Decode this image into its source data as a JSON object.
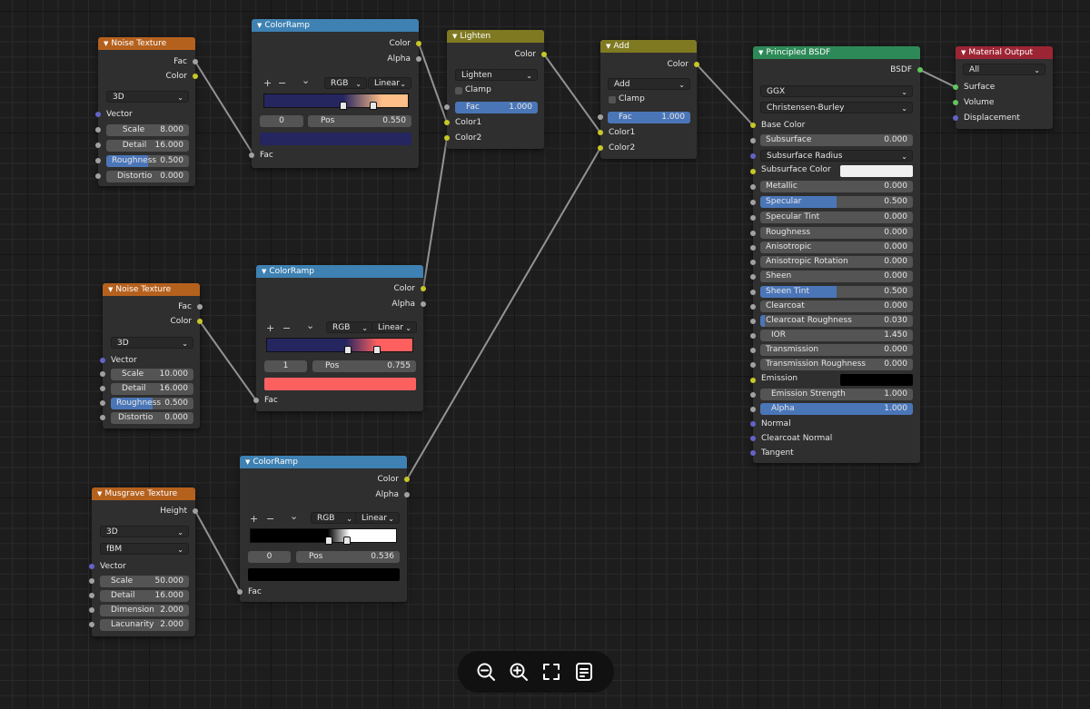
{
  "nodes": {
    "noise1": {
      "title": "Noise Texture",
      "outputs": [
        "Fac",
        "Color"
      ],
      "dimensions": "3D",
      "vector_label": "Vector",
      "fields": [
        {
          "label": "Scale",
          "value": "8.000"
        },
        {
          "label": "Detail",
          "value": "16.000"
        },
        {
          "label": "Roughness",
          "value": "0.500"
        },
        {
          "label": "Distortio",
          "value": "0.000"
        }
      ]
    },
    "noise2": {
      "title": "Noise Texture",
      "outputs": [
        "Fac",
        "Color"
      ],
      "dimensions": "3D",
      "vector_label": "Vector",
      "fields": [
        {
          "label": "Scale",
          "value": "10.000"
        },
        {
          "label": "Detail",
          "value": "16.000"
        },
        {
          "label": "Roughness",
          "value": "0.500"
        },
        {
          "label": "Distortio",
          "value": "0.000"
        }
      ]
    },
    "musgrave": {
      "title": "Musgrave Texture",
      "outputs": [
        "Height"
      ],
      "dimensions": "3D",
      "type": "fBM",
      "vector_label": "Vector",
      "fields": [
        {
          "label": "Scale",
          "value": "50.000"
        },
        {
          "label": "Detail",
          "value": "16.000"
        },
        {
          "label": "Dimension",
          "value": "2.000"
        },
        {
          "label": "Lacunarity",
          "value": "2.000"
        }
      ]
    },
    "ramp1": {
      "title": "ColorRamp",
      "outputs": [
        "Color",
        "Alpha"
      ],
      "plus": "+",
      "minus": "−",
      "chev": "⌄",
      "mode": "RGB",
      "interp": "Linear",
      "index": "0",
      "pos_label": "Pos",
      "pos": "0.550",
      "input": "Fac",
      "gradient_start": "#252560",
      "gradient_end": "#ffbf88",
      "swatch": "#252560"
    },
    "ramp2": {
      "title": "ColorRamp",
      "outputs": [
        "Color",
        "Alpha"
      ],
      "plus": "+",
      "minus": "−",
      "chev": "⌄",
      "mode": "RGB",
      "interp": "Linear",
      "index": "1",
      "pos_label": "Pos",
      "pos": "0.755",
      "input": "Fac",
      "gradient_start": "#252560",
      "gradient_end": "#fe6060",
      "swatch": "#fe6060"
    },
    "ramp3": {
      "title": "ColorRamp",
      "outputs": [
        "Color",
        "Alpha"
      ],
      "plus": "+",
      "minus": "−",
      "chev": "⌄",
      "mode": "RGB",
      "interp": "Linear",
      "index": "0",
      "pos_label": "Pos",
      "pos": "0.536",
      "input": "Fac",
      "gradient_start": "#000000",
      "gradient_end": "#ffffff",
      "swatch": "#000000"
    },
    "lighten": {
      "title": "Lighten",
      "output": "Color",
      "blend": "Lighten",
      "clamp": "Clamp",
      "fac_label": "Fac",
      "fac_value": "1.000",
      "inputs": [
        "Color1",
        "Color2"
      ]
    },
    "add": {
      "title": "Add",
      "output": "Color",
      "blend": "Add",
      "clamp": "Clamp",
      "fac_label": "Fac",
      "fac_value": "1.000",
      "inputs": [
        "Color1",
        "Color2"
      ]
    },
    "bsdf": {
      "title": "Principled BSDF",
      "output": "BSDF",
      "distribution": "GGX",
      "subsurface_method": "Christensen-Burley",
      "base_color": "Base Color",
      "rows": [
        {
          "label": "Subsurface",
          "value": "0.000"
        },
        {
          "label": "Subsurface Radius",
          "value": ""
        },
        {
          "label": "Subsurface Color",
          "value": ""
        },
        {
          "label": "Metallic",
          "value": "0.000"
        },
        {
          "label": "Specular",
          "value": "0.500"
        },
        {
          "label": "Specular Tint",
          "value": "0.000"
        },
        {
          "label": "Roughness",
          "value": "0.000"
        },
        {
          "label": "Anisotropic",
          "value": "0.000"
        },
        {
          "label": "Anisotropic Rotation",
          "value": "0.000"
        },
        {
          "label": "Sheen",
          "value": "0.000"
        },
        {
          "label": "Sheen Tint",
          "value": "0.500"
        },
        {
          "label": "Clearcoat",
          "value": "0.000"
        },
        {
          "label": "Clearcoat Roughness",
          "value": "0.030"
        },
        {
          "label": "IOR",
          "value": "1.450"
        },
        {
          "label": "Transmission",
          "value": "0.000"
        },
        {
          "label": "Transmission Roughness",
          "value": "0.000"
        },
        {
          "label": "Emission",
          "value": ""
        },
        {
          "label": "Emission Strength",
          "value": "1.000"
        },
        {
          "label": "Alpha",
          "value": "1.000"
        }
      ],
      "vectors": [
        "Normal",
        "Clearcoat Normal",
        "Tangent"
      ],
      "subsurface_color": "#f0f0f0",
      "emission_color": "#000000"
    },
    "output": {
      "title": "Material Output",
      "target": "All",
      "inputs": [
        "Surface",
        "Volume",
        "Displacement"
      ]
    }
  },
  "toolbar": {
    "buttons": [
      "zoom-out",
      "zoom-in",
      "fit-view",
      "notes"
    ]
  },
  "colors": {
    "texture_header": "#b5611e",
    "converter_header": "#3e81b2",
    "color_header": "#7f7a22",
    "shader_header": "#2d8a58",
    "output_header": "#9c2534",
    "slider_fill": "#4a76b8"
  }
}
